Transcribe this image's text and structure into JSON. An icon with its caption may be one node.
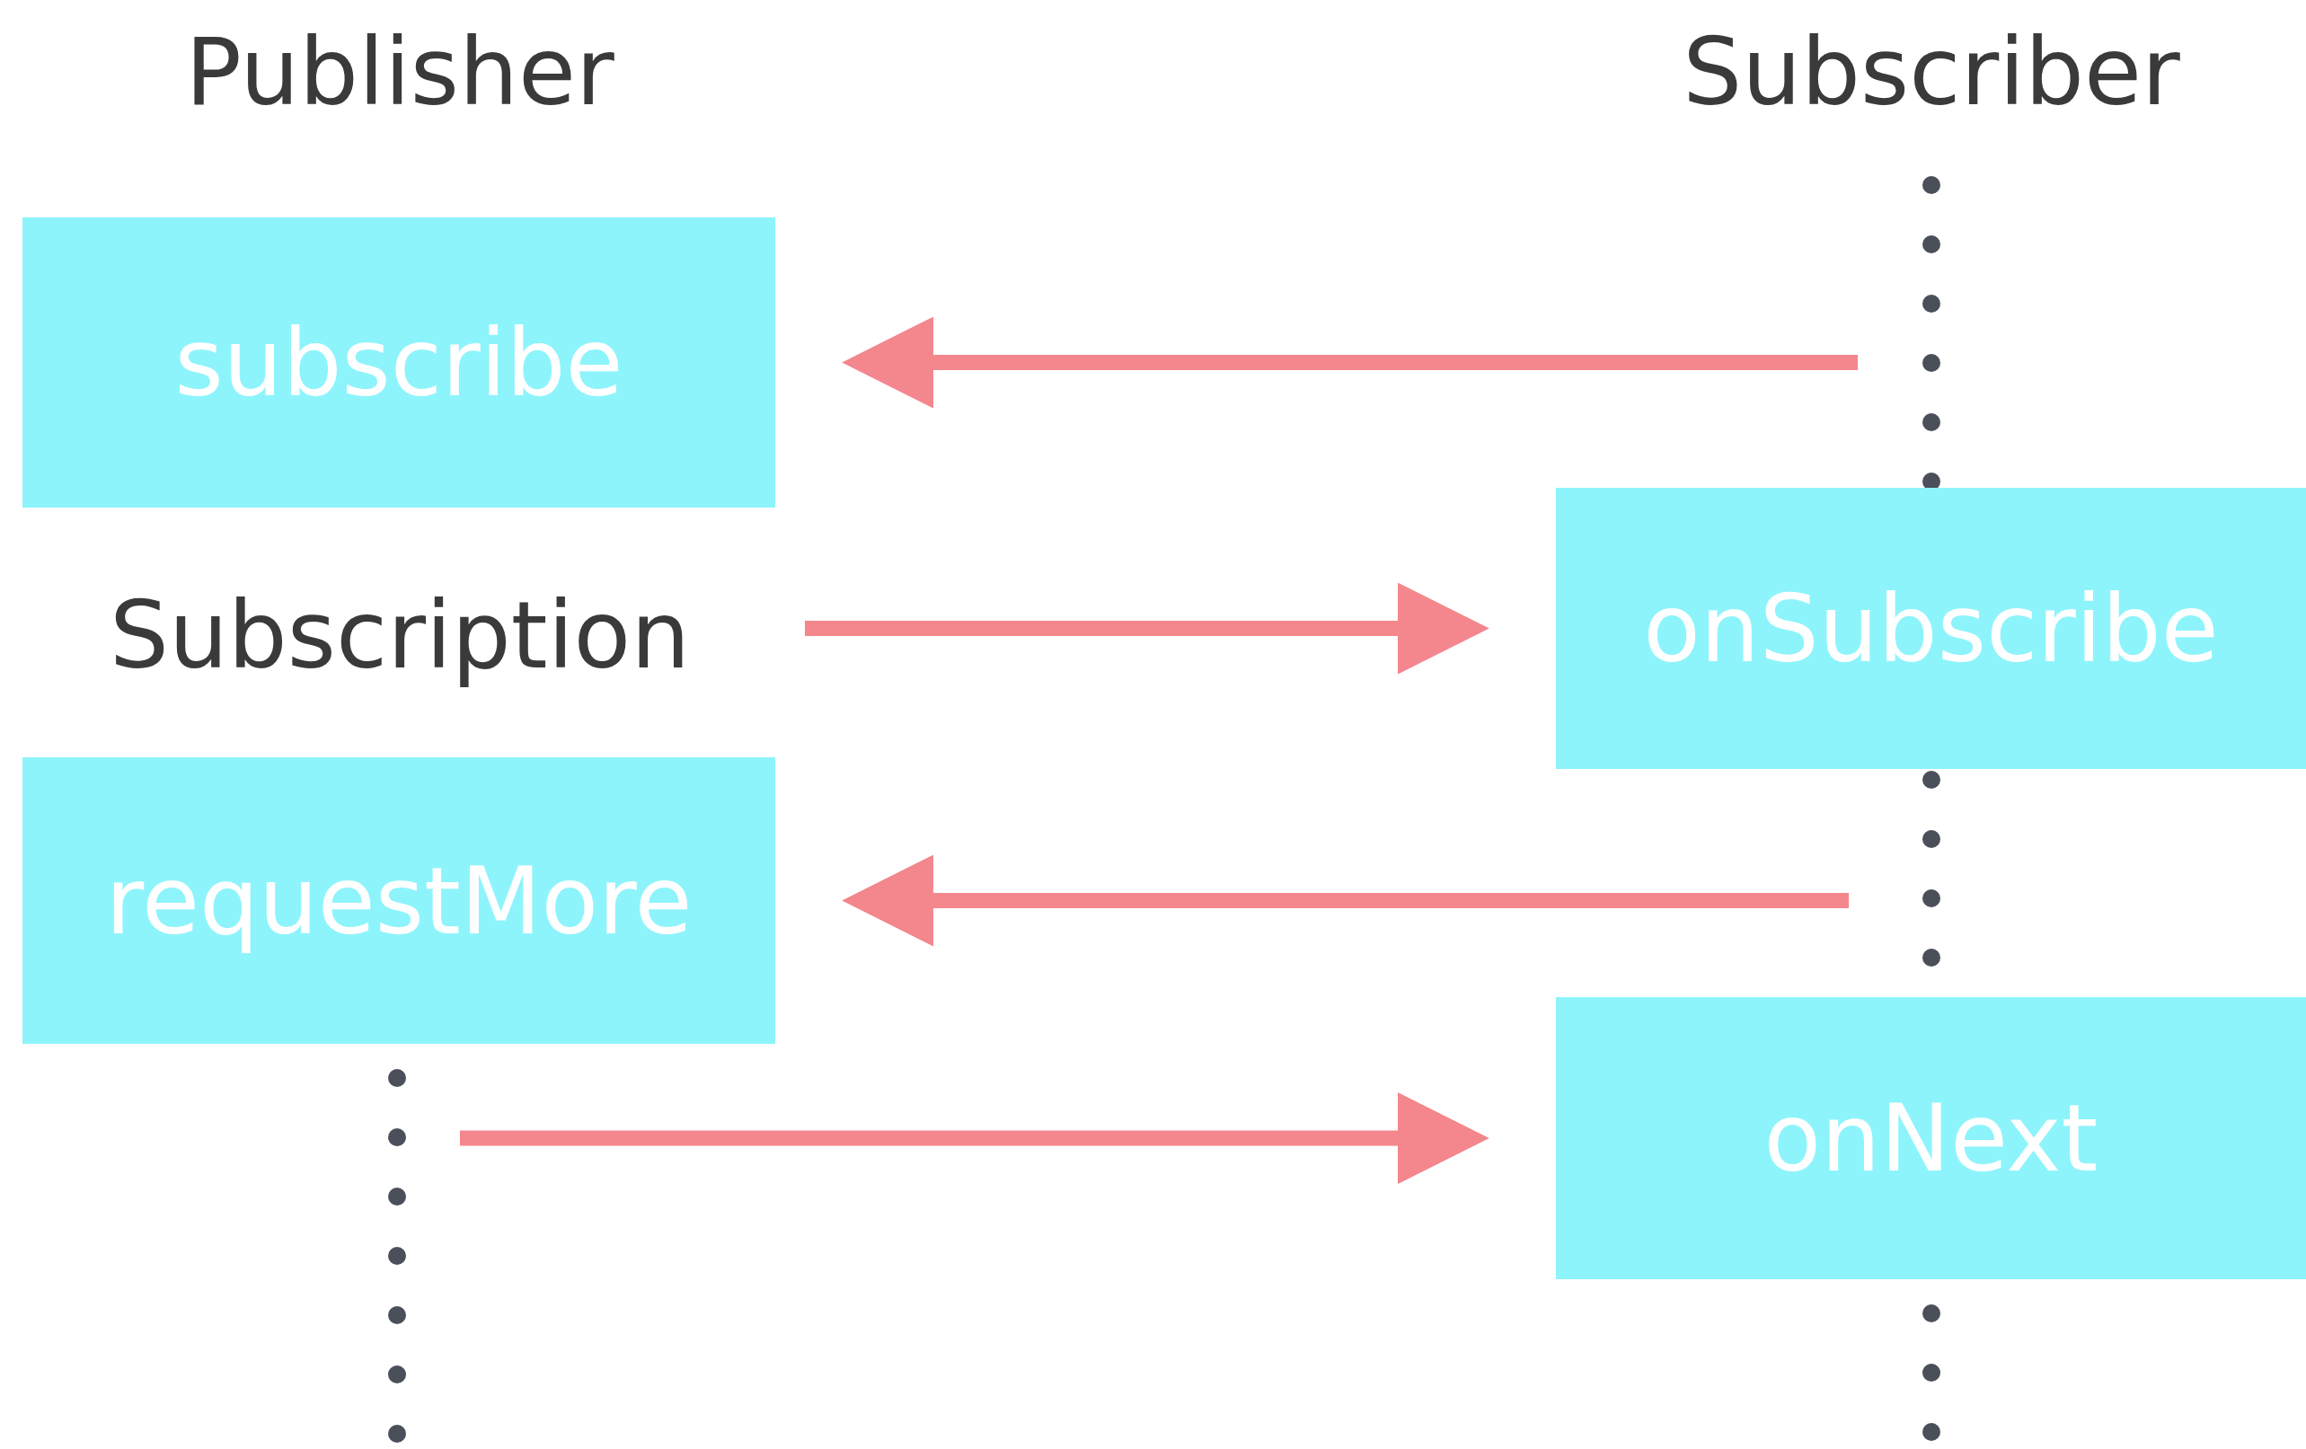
{
  "diagram": {
    "nodes": [
      {
        "text": [
          "Publisher"
        ]
      },
      {
        "text": [
          "Subscriber"
        ]
      },
      {
        "text": [
          "subscribe"
        ]
      },
      {
        "text": [
          "Subscription"
        ]
      },
      {
        "text": [
          "onSubscribe"
        ]
      },
      {
        "text": [
          "requestMore"
        ]
      },
      {
        "text": [
          "onNext"
        ]
      }
    ],
    "edges": [
      {
        "from": null,
        "to": 2,
        "arrow": "to"
      },
      {
        "from": 3,
        "to": 4,
        "arrow": "to"
      },
      {
        "from": null,
        "to": 5,
        "arrow": "to"
      },
      {
        "from": null,
        "to": 6,
        "arrow": "to"
      }
    ]
  }
}
